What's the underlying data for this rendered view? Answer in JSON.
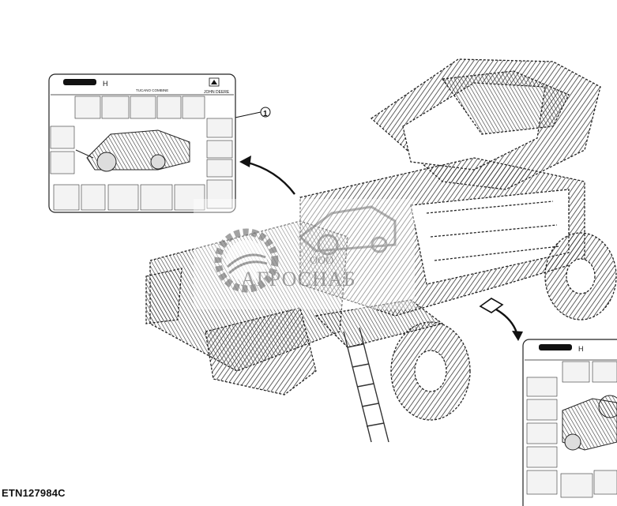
{
  "figure": {
    "code": "ETN127984C",
    "callout_number": "1"
  },
  "decal_sheet": {
    "title": "TUCANO COMBINE",
    "brand": "JOHN DEERE"
  },
  "watermark": {
    "prefix": "ООО",
    "name": "АГРОСНАБ",
    "color": "#8a8a8a"
  },
  "colors": {
    "line": "#222222",
    "hatch": "#3a3a3a"
  }
}
